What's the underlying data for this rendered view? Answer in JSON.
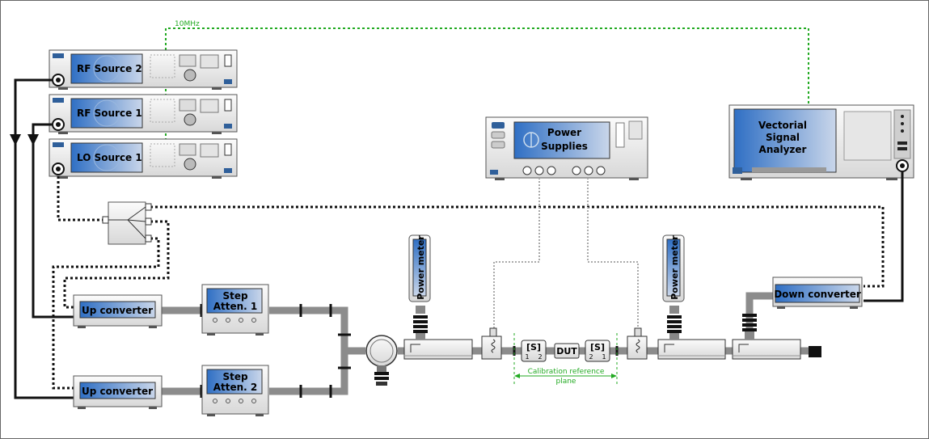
{
  "ref_label": "10MHz",
  "instruments": {
    "rf2": "RF Source 2",
    "rf1": "RF Source 1",
    "lo1": "LO Source 1",
    "power_supplies": [
      "Power",
      "Supplies"
    ],
    "vsa": [
      "Vectorial",
      "Signal",
      "Analyzer"
    ]
  },
  "blocks": {
    "up_top": "Up converter",
    "up_bottom": "Up converter",
    "atten1": [
      "Step",
      "Atten. 1"
    ],
    "atten2": [
      "Step",
      "Atten. 2"
    ],
    "down": "Down converter",
    "power_meter": "Power meter",
    "power_meter_2": "Power meter"
  },
  "dut": {
    "s_left": "[S]",
    "s_left_ports": [
      "1",
      "2"
    ],
    "dut": "DUT",
    "s_right": "[S]",
    "s_right_ports": [
      "2",
      "1"
    ]
  },
  "calibration": [
    "Calibration reference",
    "plane"
  ],
  "colors": {
    "signal_green": "#22aa22",
    "screen_blue": "#3a78c8",
    "screen_light": "#c8d8ee",
    "pipe": "#8c8c8c"
  }
}
